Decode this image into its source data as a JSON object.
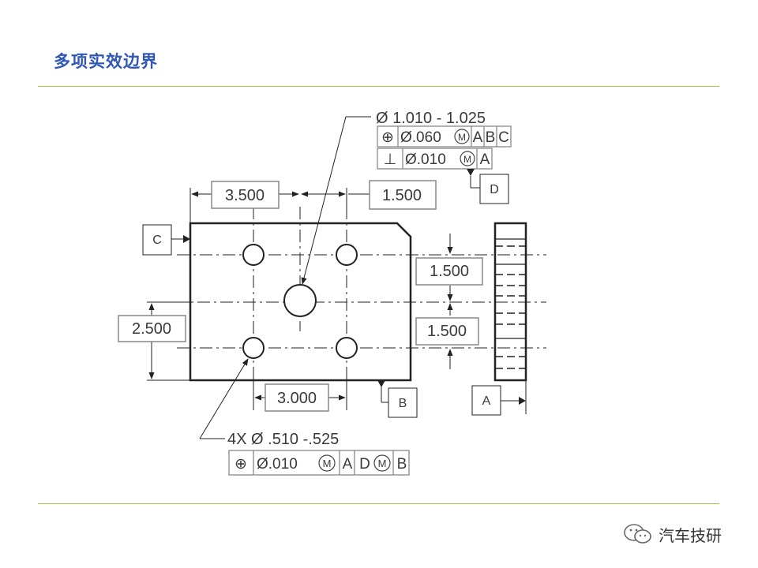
{
  "title": "多项实效边界",
  "watermark": {
    "text": "汽车技研",
    "icon": "wechat-icon"
  },
  "colors": {
    "title": "#2f56b8",
    "rule": "#a7c24a",
    "line": "#222222",
    "frame": "#888888"
  },
  "center_hole": {
    "size": "Ø 1.010 - 1.025",
    "frame1": {
      "symbol": "⊕",
      "tol": "Ø.060",
      "modifier": "M",
      "datums": [
        "A",
        "B",
        "C"
      ]
    },
    "frame2": {
      "symbol": "⊥",
      "tol": "Ø.010",
      "modifier": "M",
      "datums": [
        "A"
      ]
    },
    "datum_label": "D"
  },
  "pattern_holes": {
    "size": "4X Ø .510 -.525",
    "frame": {
      "symbol": "⊕",
      "tol": "Ø.010",
      "modifier": "M",
      "datum1": "A",
      "datum2": "D",
      "datum2_modifier": "M",
      "datum3": "B"
    }
  },
  "dimensions": {
    "top_left": "3.500",
    "top_right": "1.500",
    "right_upper": "1.500",
    "right_lower": "1.500",
    "left": "2.500",
    "bottom": "3.000"
  },
  "datums": {
    "c": "C",
    "b": "B",
    "a": "A"
  }
}
